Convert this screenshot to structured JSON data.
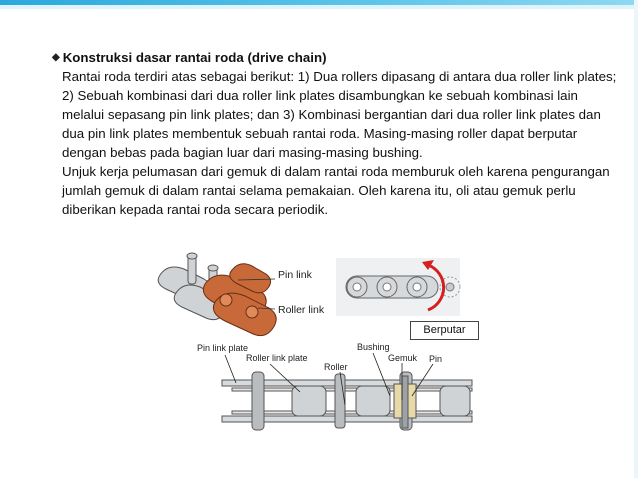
{
  "heading": "Konstruksi dasar rantai roda (drive chain)",
  "paragraph1": "Rantai roda terdiri atas sebagai berikut:  1) Dua rollers dipasang di antara dua roller link plates;  2) Sebuah kombinasi dari dua roller link plates disambungkan ke sebuah kombinasi lain melalui sepasang pin link plates; dan  3) Kombinasi bergantian dari dua roller link plates dan dua pin link plates membentuk sebuah rantai roda. Masing-masing roller dapat berputar dengan bebas pada bagian luar dari masing-masing bushing.",
  "paragraph2": "Unjuk kerja pelumasan dari gemuk di dalam rantai roda memburuk oleh karena pengurangan jumlah gemuk di dalam rantai selama pemakaian. Oleh karena itu, oli atau gemuk perlu diberikan kepada rantai roda secara periodik.",
  "labels": {
    "pin_link": "Pin link",
    "roller_link": "Roller link",
    "berputar": "Berputar",
    "pin_link_plate": "Pin link plate",
    "roller_link_plate": "Roller link plate",
    "roller": "Roller",
    "bushing": "Bushing",
    "gemuk": "Gemuk",
    "pin": "Pin"
  },
  "colors": {
    "accent": "#2aa8dd",
    "roller_link": "#c8693a",
    "rotation_arrow": "#d42020"
  }
}
